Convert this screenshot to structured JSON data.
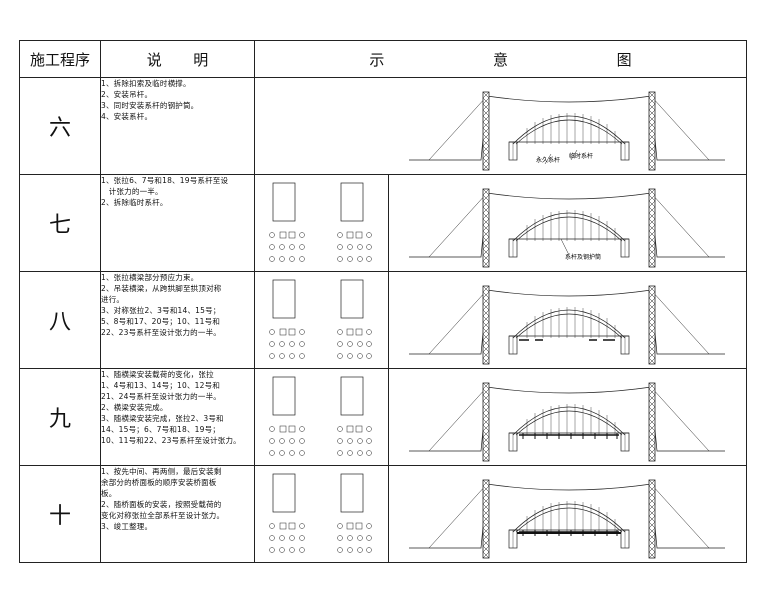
{
  "header": {
    "stage": "施工程序",
    "desc_1": "说",
    "desc_2": "明",
    "diag_1": "示",
    "diag_2": "意",
    "diag_3": "图"
  },
  "rows": [
    {
      "stage": "六",
      "desc": [
        "1、拆除扣索及临时横撑。",
        "2、安装吊杆。",
        "3、同时安装系杆的钢护筒。",
        "4、安装系杆。"
      ],
      "labels": [
        "永久系杆",
        "临时系杆"
      ]
    },
    {
      "stage": "七",
      "desc": [
        "1、张拉6、7号和18、19号系杆至设",
        "   计张力的一半。",
        "2、拆除临时系杆。"
      ],
      "labels": [
        "系杆及钢护筒"
      ]
    },
    {
      "stage": "八",
      "desc": [
        "1、张拉横梁部分预应力束。",
        "2、吊装横梁，从跨拱脚至拱顶对称",
        "进行。",
        "3、对称张拉2、3号和14、15号；",
        "5、8号和17、20号；10、11号和",
        "22、23号系杆至设计张力的一半。"
      ],
      "labels": []
    },
    {
      "stage": "九",
      "desc": [
        "1、随横梁安装载荷的变化，张拉",
        "1、4号和13、14号；10、12号和",
        "21、24号系杆至设计张力的一半。",
        "2、横梁安装完成。",
        "3、随横梁安装完成，张拉2、3号和",
        "14、15号；6、7号和18、19号；",
        "10、11号和22、23号系杆至设计张力。"
      ],
      "labels": []
    },
    {
      "stage": "十",
      "desc": [
        "1、按先中间、再两侧，最后安装剩",
        "余部分的桥面板的顺序安装桥面板",
        "板。",
        "2、随桥面板的安装，按照受载荷的",
        "变化对称张拉全部系杆至设计张力。",
        "3、竣工整理。"
      ],
      "labels": []
    }
  ]
}
